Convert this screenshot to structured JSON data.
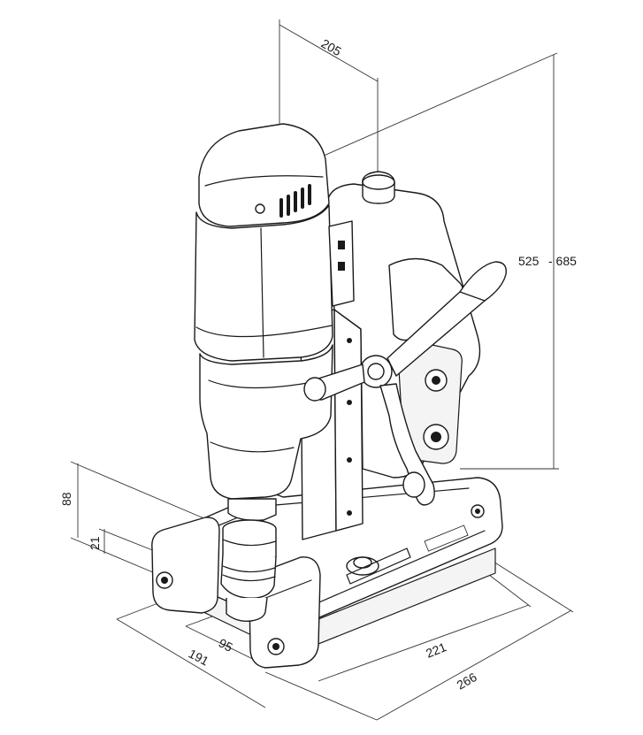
{
  "dimensions": {
    "top_width": "205",
    "height_range_low": "525",
    "height_range_sep": "- 685",
    "base_height": "88",
    "base_step": "21",
    "spindle_offset": "95",
    "front_width": "191",
    "inner_length": "221",
    "total_length": "266"
  },
  "colors": {
    "line": "#1a1a1a",
    "background": "#ffffff"
  }
}
